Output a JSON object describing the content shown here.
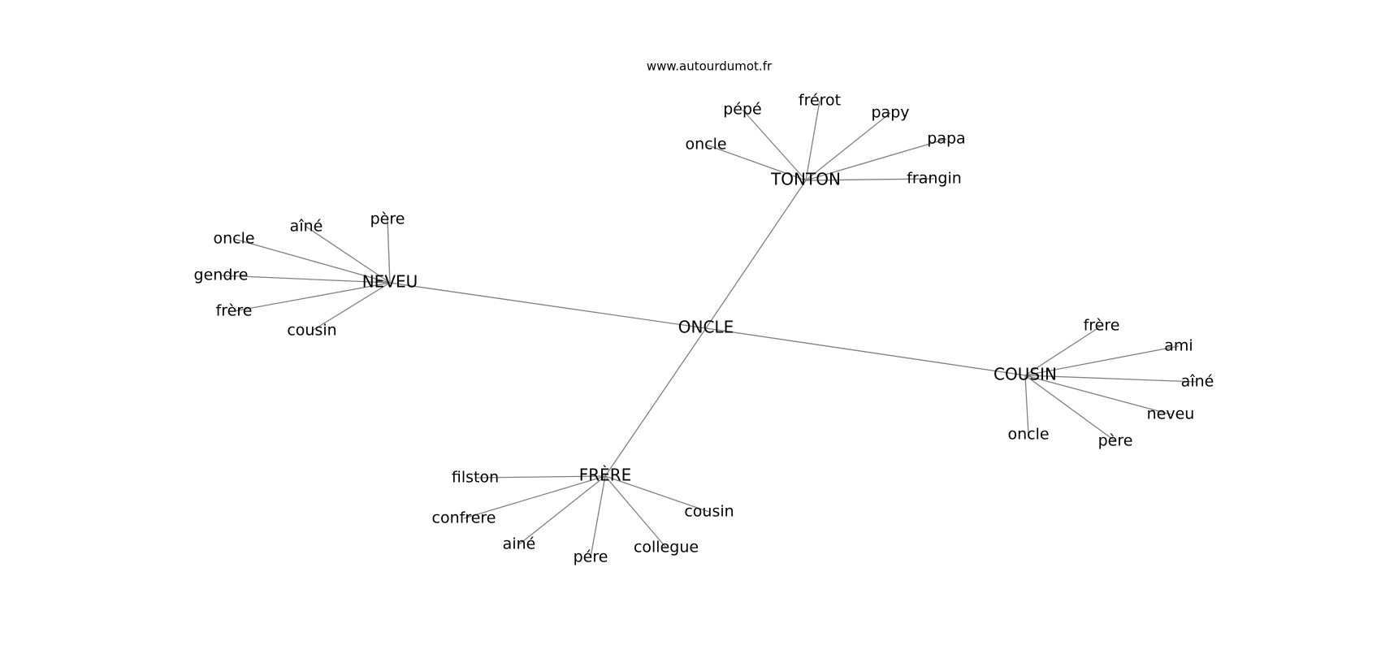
{
  "source": "www.autourdumot.fr",
  "center": {
    "label": "ONCLE"
  },
  "colors": {
    "edge": "#808080",
    "text": "#000000",
    "background": "#ffffff"
  },
  "hubs": [
    {
      "id": "tonton",
      "label": "TONTON",
      "leaves": [
        "oncle",
        "pépé",
        "frérot",
        "papy",
        "papa",
        "frangin"
      ]
    },
    {
      "id": "neveu",
      "label": "NEVEU",
      "leaves": [
        "oncle",
        "aîné",
        "père",
        "gendre",
        "frère",
        "cousin"
      ]
    },
    {
      "id": "cousin",
      "label": "COUSIN",
      "leaves": [
        "frère",
        "ami",
        "aîné",
        "neveu",
        "père",
        "oncle"
      ]
    },
    {
      "id": "frere",
      "label": "FRÈRE",
      "leaves": [
        "filston",
        "confrere",
        "ainé",
        "pére",
        "collegue",
        "cousin"
      ]
    }
  ]
}
